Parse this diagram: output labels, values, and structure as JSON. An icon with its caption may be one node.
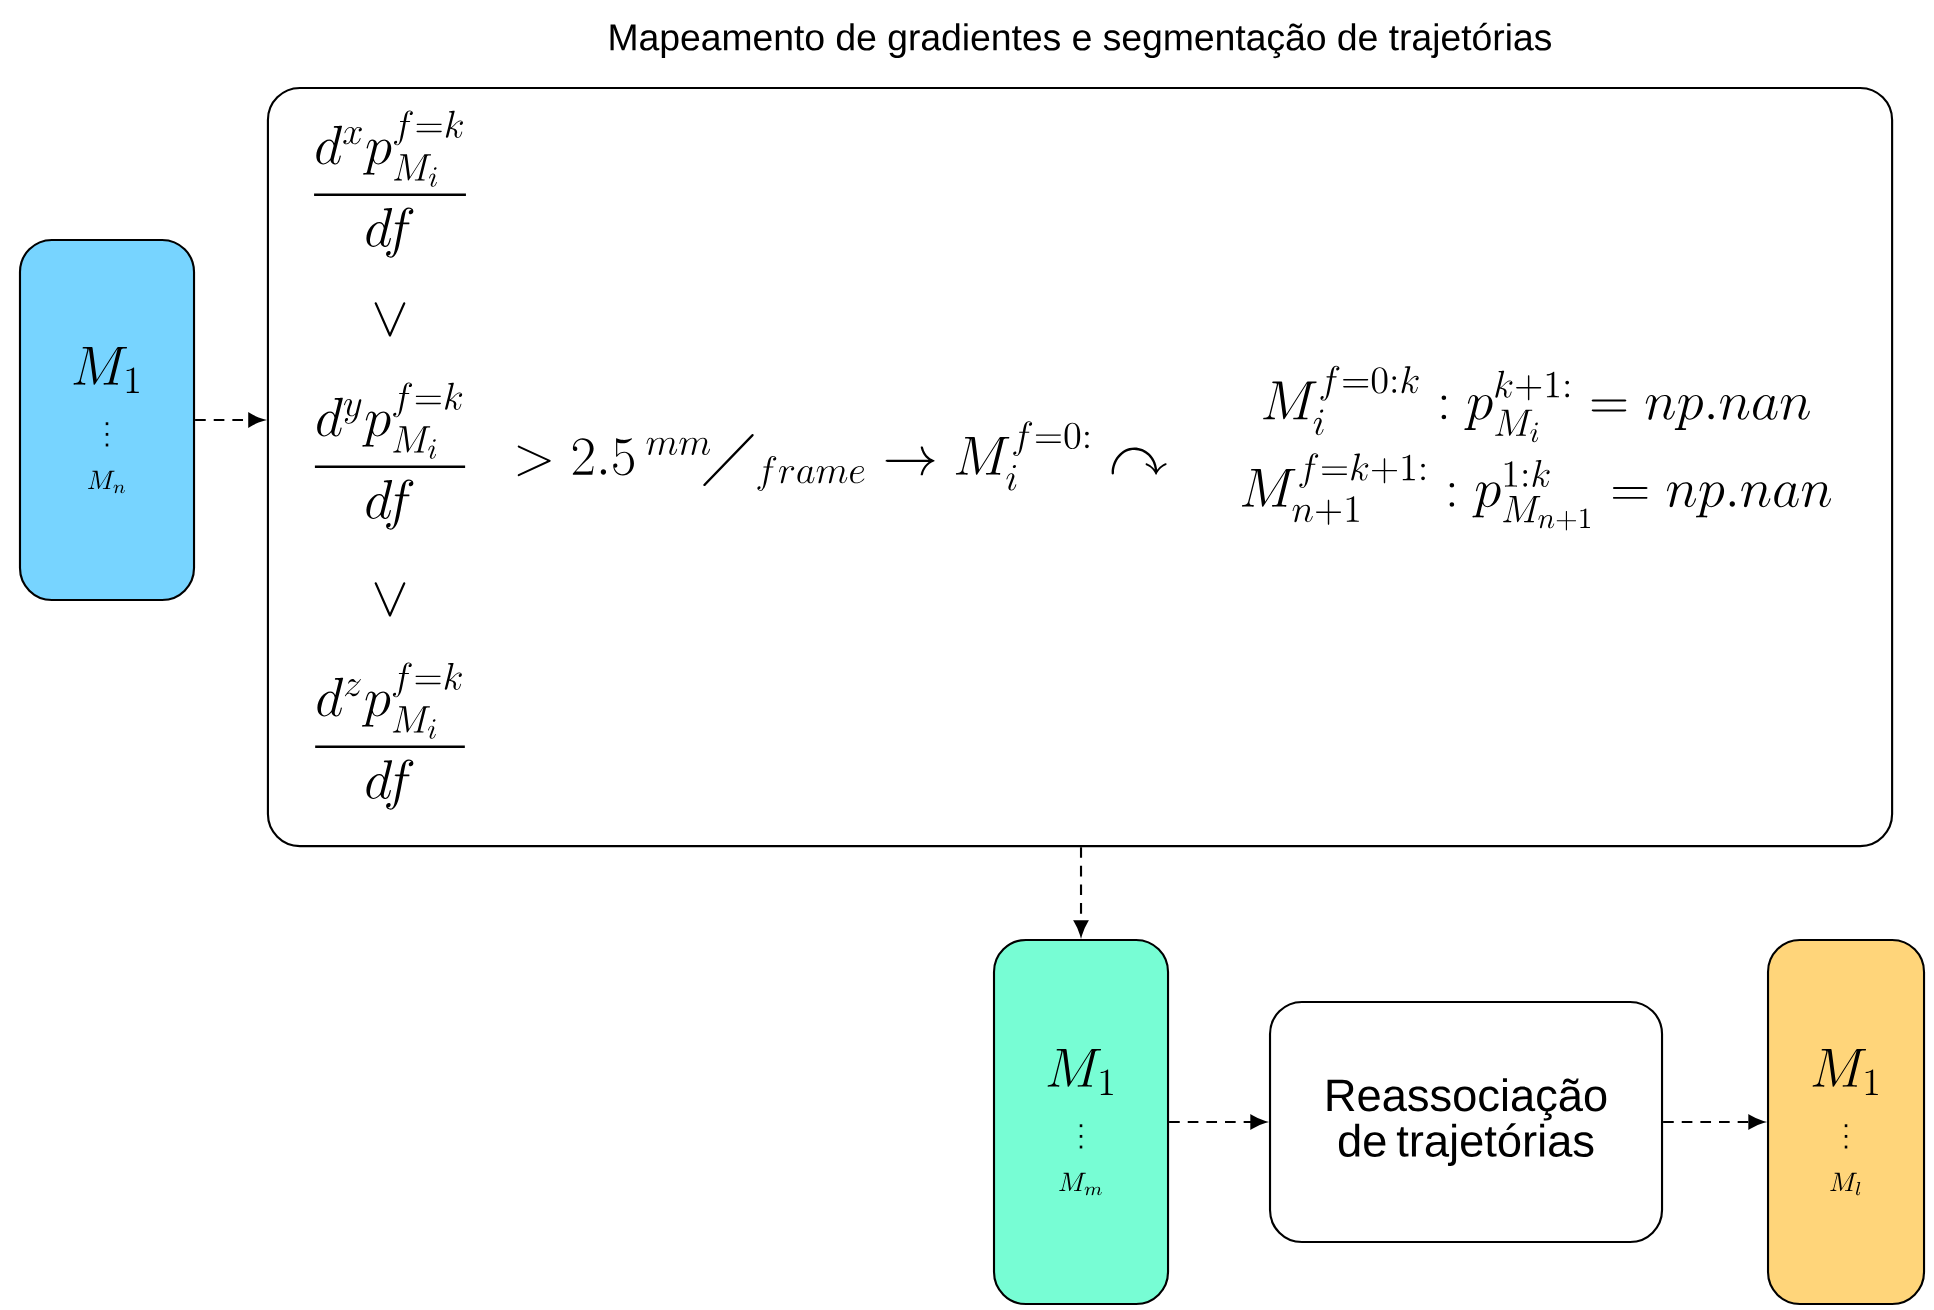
{
  "diagram": {
    "nodes": [
      {
        "text": [
          "M_1",
          "\\vdots",
          "M_n"
        ]
      },
      {
        "text": [
          "Mapeamento de gradientes e segmentação de trajetórias",
          "\\frac{d^x p^{f=k}_{M_i}}{df}",
          "\\vee",
          "\\frac{d^y p^{f=k}_{M_i}}{df}",
          "\\vee",
          "\\frac{d^z p^{f=k}_{M_i}}{df}",
          "> 2.5\\,{}^{mm}\\!\\diagup_{frame} \\rightarrow M_i^{f=0:} \\curvearrowright",
          "M_i^{f=0:k} : p^{k+1:}_{M_i} = np.nan",
          "M_{n+1}^{f=k+1:} : p^{1:k}_{M_{n+1}} = np.nan"
        ]
      },
      {
        "text": [
          "M_1",
          "\\vdots",
          "M_m"
        ]
      },
      {
        "text": [
          "Reassociação de trajetórias"
        ]
      },
      {
        "text": [
          "M_1",
          "\\vdots",
          "M_l"
        ]
      }
    ],
    "edges": [
      {
        "from": 0,
        "to": 1,
        "arrow": "to",
        "style": "dashed"
      },
      {
        "from": 1,
        "to": 2,
        "arrow": "to",
        "style": "dashed"
      },
      {
        "from": 2,
        "to": 3,
        "arrow": "to",
        "style": "dashed"
      },
      {
        "from": 3,
        "to": 4,
        "arrow": "to",
        "style": "dashed"
      }
    ]
  }
}
